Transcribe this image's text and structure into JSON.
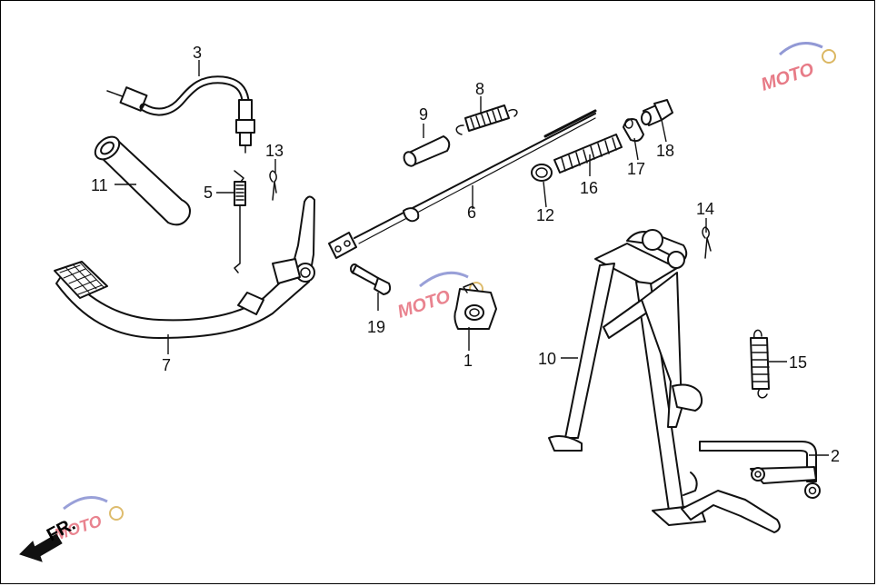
{
  "diagram": {
    "callouts": {
      "c1": "1",
      "c2": "2",
      "c3": "3",
      "c5": "5",
      "c6": "6",
      "c7": "7",
      "c8": "8",
      "c9": "9",
      "c10": "10",
      "c11": "11",
      "c12": "12",
      "c13": "13",
      "c14": "14",
      "c15": "15",
      "c16": "16",
      "c17": "17",
      "c18": "18",
      "c19": "19"
    },
    "front_arrow_label": "FR.",
    "watermark_text": "MOTO",
    "colors": {
      "line": "#111111",
      "watermark_red": "#e05060",
      "watermark_blue": "#6e78c8",
      "watermark_gold": "#d0a030"
    }
  }
}
